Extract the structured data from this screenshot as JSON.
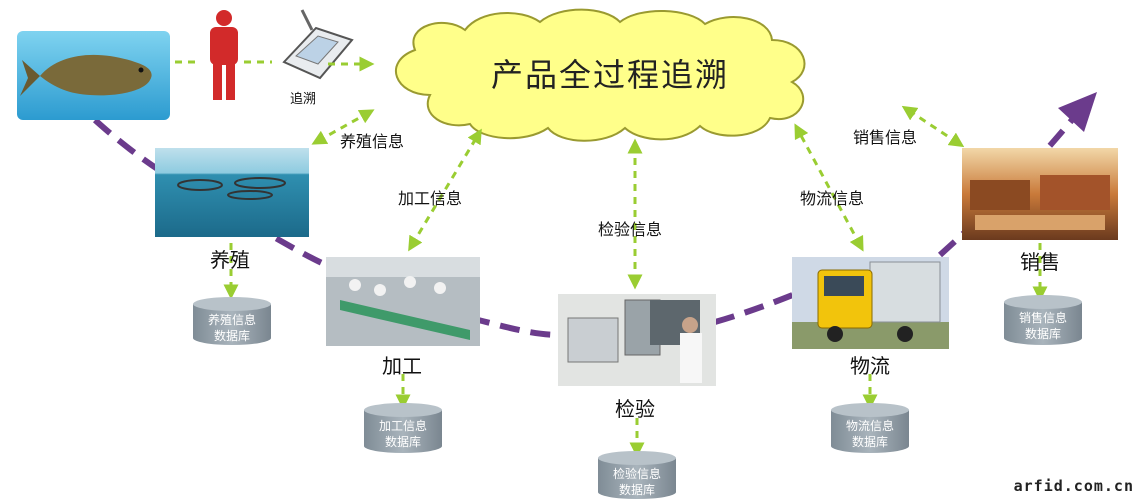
{
  "title": "产品全过程追溯",
  "trace_label": "追溯",
  "info_labels": {
    "breeding": "养殖信息",
    "processing": "加工信息",
    "inspection": "检验信息",
    "logistics": "物流信息",
    "sales": "销售信息"
  },
  "stages": {
    "breeding": "养殖",
    "processing": "加工",
    "inspection": "检验",
    "logistics": "物流",
    "sales": "销售"
  },
  "databases": {
    "breeding": [
      "养殖信息",
      "数据库"
    ],
    "processing": [
      "加工信息",
      "数据库"
    ],
    "inspection": [
      "检验信息",
      "数据库"
    ],
    "logistics": [
      "物流信息",
      "数据库"
    ],
    "sales": [
      "销售信息",
      "数据库"
    ]
  },
  "watermark": "arfid.com.cn",
  "colors": {
    "cloud_fill": "#ffff8a",
    "cloud_stroke": "#9a9a30",
    "flow_arrow": "#6b3b8c",
    "info_arrow": "#9acd32",
    "db_fill": "#8f9ba4",
    "person": "#d22a2a"
  }
}
